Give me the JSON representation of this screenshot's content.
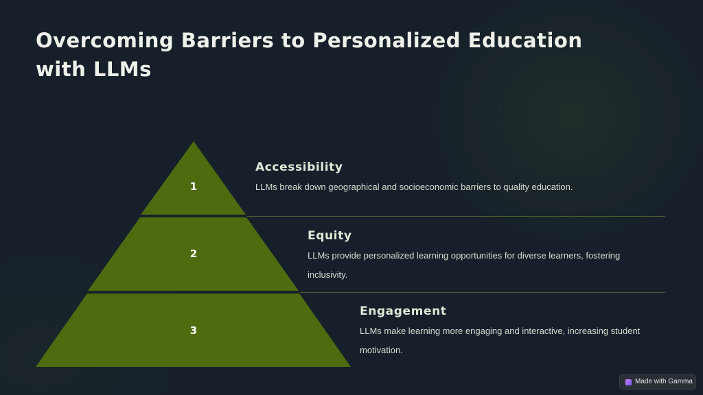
{
  "slide": {
    "title": "Overcoming Barriers to Personalized Education with LLMs"
  },
  "pyramid": {
    "fill_color": "#4e6b10",
    "divider_color": "#4a5e33",
    "tiers": [
      {
        "number": "1",
        "title": "Accessibility",
        "description": "LLMs break down geographical and socioeconomic barriers to quality education."
      },
      {
        "number": "2",
        "title": "Equity",
        "description": "LLMs provide personalized learning opportunities for diverse learners, fostering inclusivity."
      },
      {
        "number": "3",
        "title": "Engagement",
        "description": "LLMs make learning more engaging and interactive, increasing student motivation."
      }
    ]
  },
  "badge": {
    "label": "Made with Gamma",
    "icon": "gamma-logo-icon"
  }
}
